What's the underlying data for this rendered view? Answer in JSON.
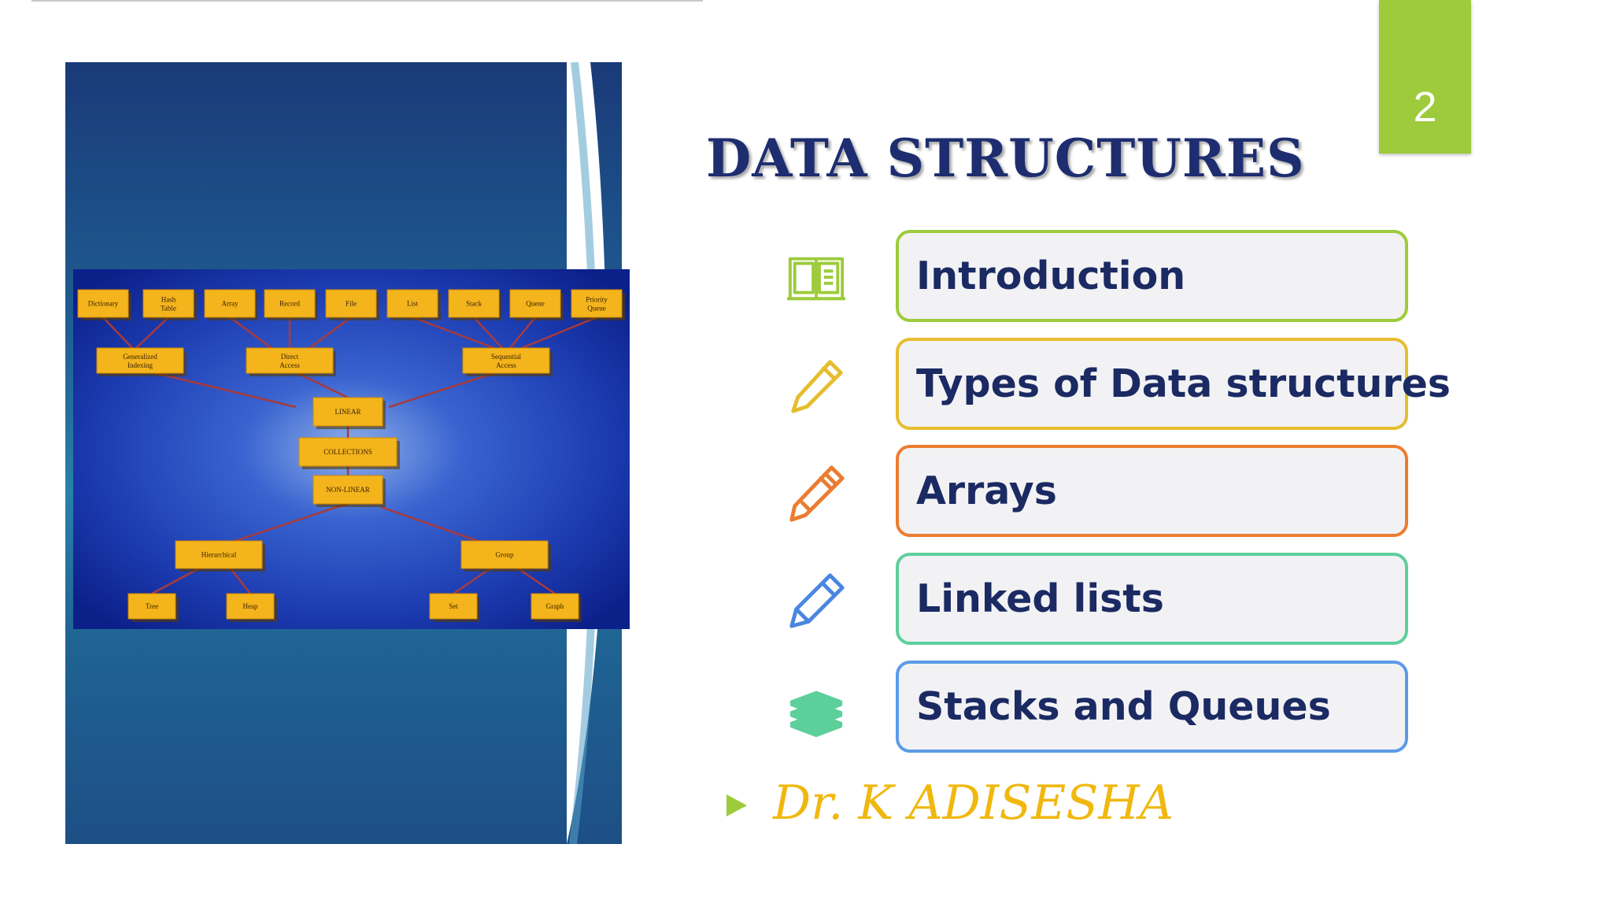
{
  "slide": {
    "page_number": "2",
    "title": "DATA STRUCTURES"
  },
  "diagram": {
    "top_row": [
      "Dictionary",
      "Hash Table",
      "Array",
      "Record",
      "File",
      "List",
      "Stack",
      "Queue",
      "Priority Queue"
    ],
    "access_row": [
      "Generalized Indexing",
      "Direct Access",
      "Sequential Access"
    ],
    "center": [
      "LINEAR",
      "COLLECTIONS",
      "NON-LINEAR"
    ],
    "nonlinear_row": [
      "Hierarchical",
      "Group"
    ],
    "bottom_row": [
      "Tree",
      "Heap",
      "Set",
      "Graph"
    ]
  },
  "topics": [
    {
      "label": "Introduction",
      "icon": "book-icon",
      "color": "#9dcb3b"
    },
    {
      "label": "Types of Data structures",
      "icon": "pencil-icon",
      "color": "#e6bd2f"
    },
    {
      "label": "Arrays",
      "icon": "pen-icon",
      "color": "#ec7c30"
    },
    {
      "label": "Linked lists",
      "icon": "marker-icon",
      "color": "#5dcf9b"
    },
    {
      "label": "Stacks and Queues",
      "icon": "books-icon",
      "color": "#5b9be8"
    }
  ],
  "author": "Dr. K ADISESHA",
  "colors": {
    "accent_green": "#9dcb3b",
    "title_navy": "#1d2d6f",
    "author_gold": "#f0b80f"
  }
}
